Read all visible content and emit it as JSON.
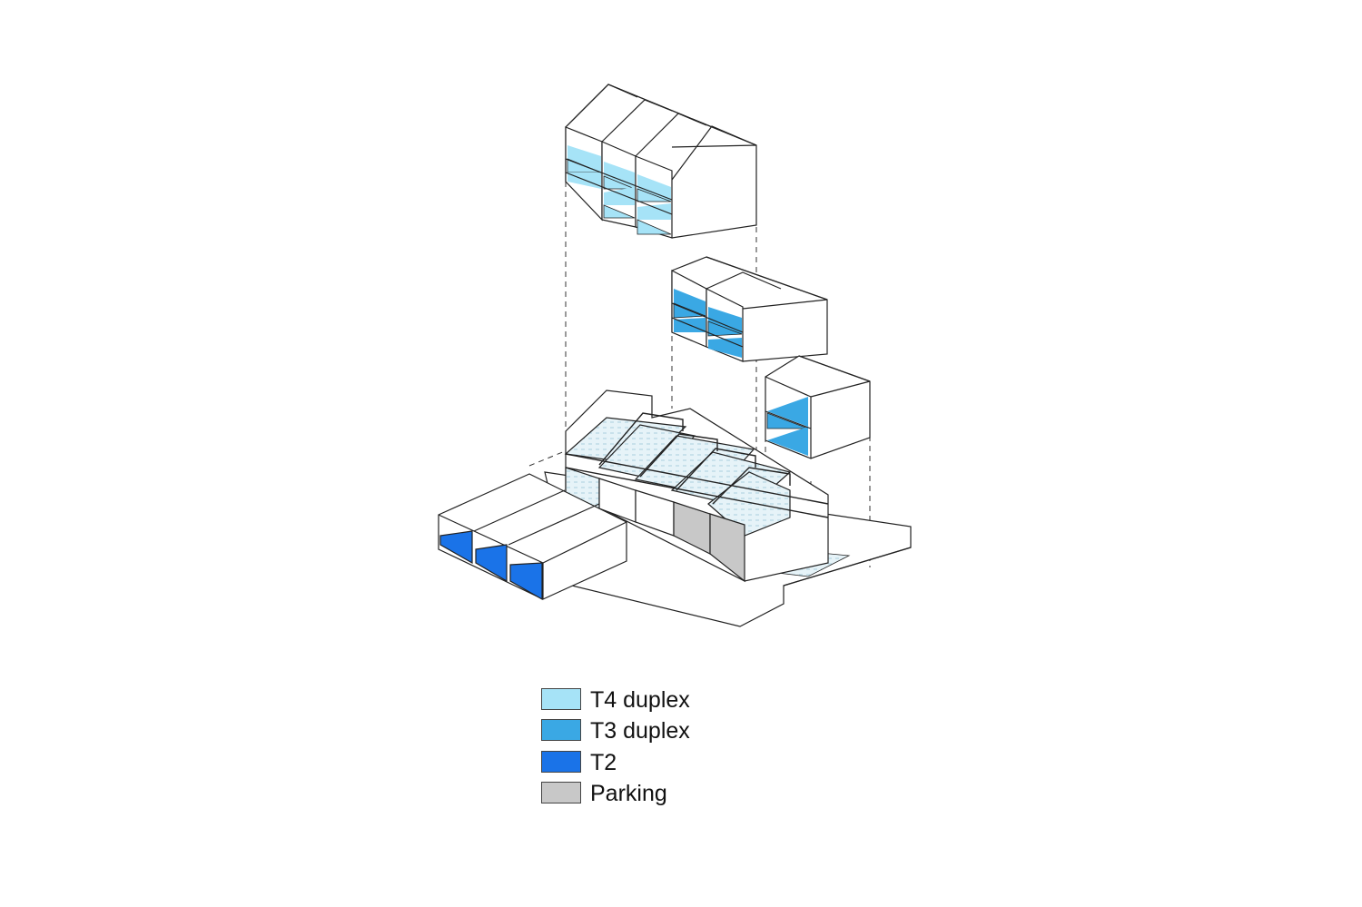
{
  "colors": {
    "t4_duplex": "#a6e3f7",
    "t3_duplex": "#3aa8e4",
    "t2": "#1a73e8",
    "parking": "#c8c8c8",
    "glass": "#e4f2f7",
    "line": "#222222"
  },
  "legend": [
    {
      "key": "t4_duplex",
      "label": "T4 duplex",
      "color": "#a6e3f7"
    },
    {
      "key": "t3_duplex",
      "label": "T3 duplex",
      "color": "#3aa8e4"
    },
    {
      "key": "t2",
      "label": "T2",
      "color": "#1a73e8"
    },
    {
      "key": "parking",
      "label": "Parking",
      "color": "#c8c8c8"
    }
  ]
}
